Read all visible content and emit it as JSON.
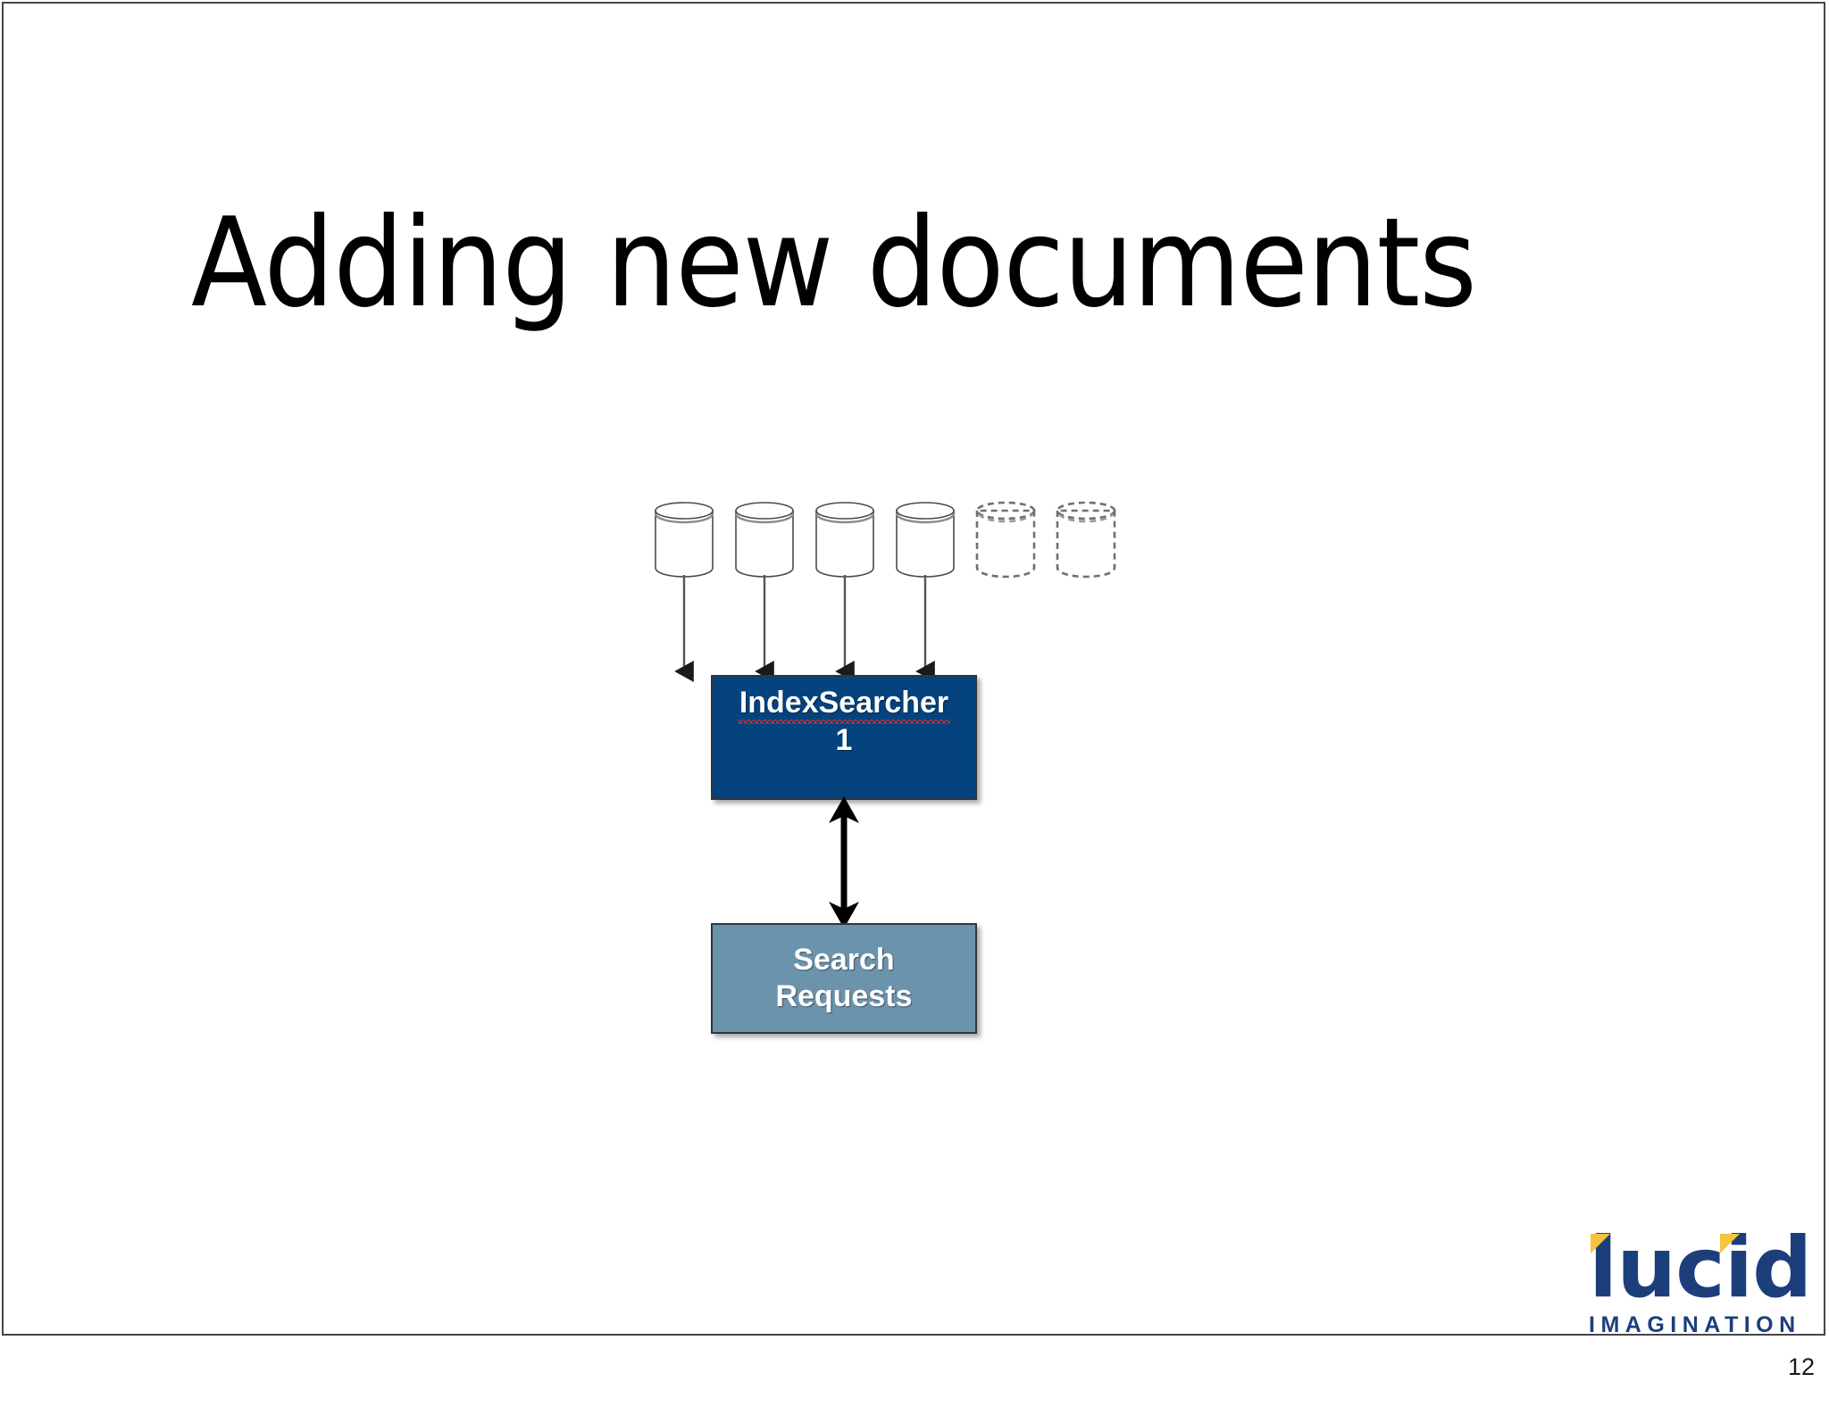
{
  "slide": {
    "title": "Adding new documents",
    "page_number": "12",
    "background_color": "#ffffff",
    "border_color": "#46464b"
  },
  "diagram": {
    "type": "architecture-flow",
    "description": "Four index segment cylinders feed into IndexSearcher 1, which exchanges Search Requests",
    "cylinders": [
      {
        "id": "segment-1",
        "style": "solid",
        "label": ""
      },
      {
        "id": "segment-2",
        "style": "solid",
        "label": ""
      },
      {
        "id": "segment-3",
        "style": "solid",
        "label": ""
      },
      {
        "id": "segment-4",
        "style": "solid",
        "label": ""
      },
      {
        "id": "segment-5",
        "style": "dashed",
        "label": ""
      },
      {
        "id": "segment-6",
        "style": "dashed",
        "label": ""
      }
    ],
    "feed_arrow_count": 4,
    "index_searcher_box": {
      "line1": "IndexSearcher",
      "line2": "1",
      "fill_color": "#04437e",
      "text_color": "#ffffff",
      "border_color": "#2e3640",
      "spellcheck_underline_color": "#d2312f"
    },
    "search_requests_box": {
      "line1": "Search",
      "line2": "Requests",
      "fill_color": "#6b93ac",
      "text_color": "#ffffff",
      "border_color": "#2e3640"
    },
    "connector": {
      "name": "bidirectional-arrow",
      "direction": "both",
      "color": "#000000"
    }
  },
  "logo": {
    "word": "lucid",
    "tagline": "IMAGINATION",
    "brand_color": "#1c3f7c",
    "accent_color": "#f5c43c"
  }
}
